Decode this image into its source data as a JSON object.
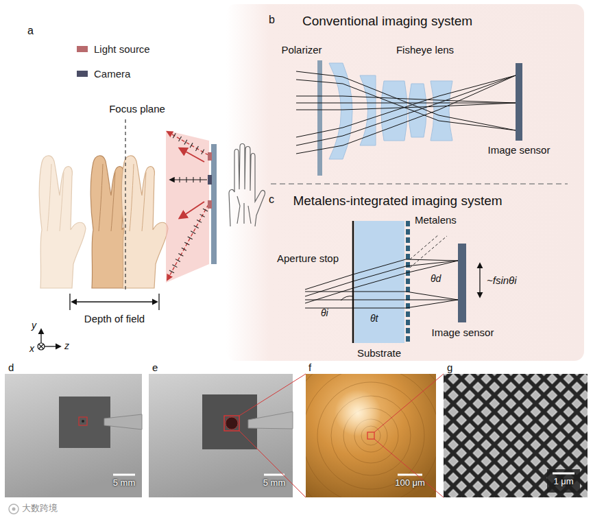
{
  "diagram": {
    "labels": [
      "a",
      "Focus plane",
      "Depth of field",
      "y",
      "x",
      "z",
      "b",
      "Conventional imaging system",
      "Polarizer",
      "Fisheye lens",
      "Image sensor",
      "c",
      "Metalens-integrated imaging system",
      "Metalens",
      "Aperture stop",
      "θi",
      "θt",
      "θd",
      "~fsinθi",
      "Image sensor",
      "Substrate",
      "d",
      "5 mm",
      "e",
      "5 mm",
      "f",
      "100 μm",
      "g",
      "1 μm",
      "大数跨境"
    ],
    "legend": [
      {
        "text": "Light source",
        "color": "#b86a6d"
      },
      {
        "text": "Camera",
        "color": "#4b4d66"
      }
    ]
  }
}
